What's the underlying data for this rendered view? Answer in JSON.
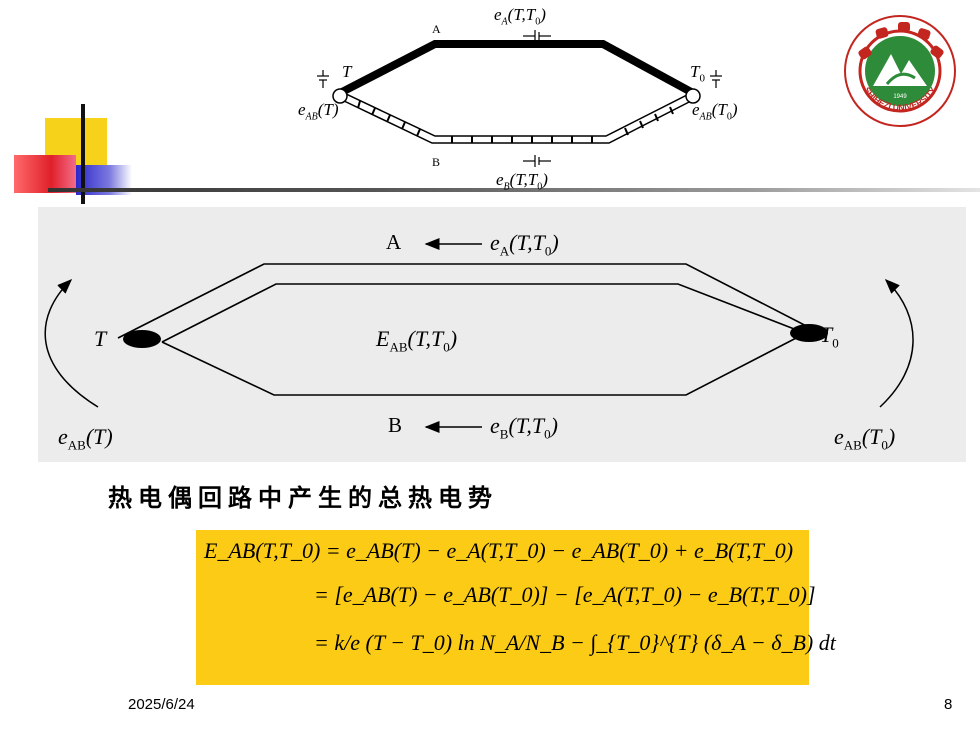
{
  "top_diagram": {
    "label_A": "A",
    "label_B": "B",
    "label_T": "T",
    "label_T0": "T",
    "label_T0_sub": "0",
    "eA": "e",
    "eA_sub": "A",
    "eA_args": "(T,T",
    "eA_args_sub": "0",
    "eA_close": ")",
    "eB": "e",
    "eB_sub": "B",
    "eB_args": "(T,T",
    "eB_args_sub": "0",
    "eB_close": ")",
    "eAB_T": "e",
    "eAB_T_sub": "AB",
    "eAB_T_args": "(T)",
    "eAB_T0": "e",
    "eAB_T0_sub": "AB",
    "eAB_T0_args": "(T",
    "eAB_T0_args_sub": "0",
    "eAB_T0_close": ")"
  },
  "logo": {
    "year": "1949",
    "university": "SHIHEZI UNIVERSITY",
    "colors": {
      "ring": "#c2261f",
      "inner": "#2e8b3a"
    }
  },
  "main_diagram": {
    "label_A": "A",
    "label_B": "B",
    "label_T": "T",
    "label_T0": "T",
    "label_T0_sub": "0",
    "eA": "e",
    "eA_sub": "A",
    "eA_args": "(T,T",
    "eA_args_sub": "0",
    "eA_close": ")",
    "eB": "e",
    "eB_sub": "B",
    "eB_args": "(T,T",
    "eB_args_sub": "0",
    "eB_close": ")",
    "EAB": "E",
    "EAB_sub": "AB",
    "EAB_args": "(T,T",
    "EAB_args_sub": "0",
    "EAB_close": ")",
    "eAB_T": "e",
    "eAB_T_sub": "AB",
    "eAB_T_args": "(T)",
    "eAB_T0": "e",
    "eAB_T0_sub": "AB",
    "eAB_T0_args": "(T",
    "eAB_T0_args_sub": "0",
    "eAB_T0_close": ")"
  },
  "heading": "热电偶回路中产生的总热电势",
  "formula": {
    "line1": "E_AB(T,T_0) = e_AB(T) − e_A(T,T_0) − e_AB(T_0) + e_B(T,T_0)",
    "line2": "= [e_AB(T) − e_AB(T_0)] − [e_A(T,T_0) − e_B(T,T_0)]",
    "line3": "= k/e (T − T_0) ln N_A/N_B − ∫_{T_0}^{T} (δ_A − δ_B) dt",
    "colors": {
      "background": "#fbcb16"
    }
  },
  "footer": {
    "date": "2025/6/24",
    "page": "8"
  }
}
